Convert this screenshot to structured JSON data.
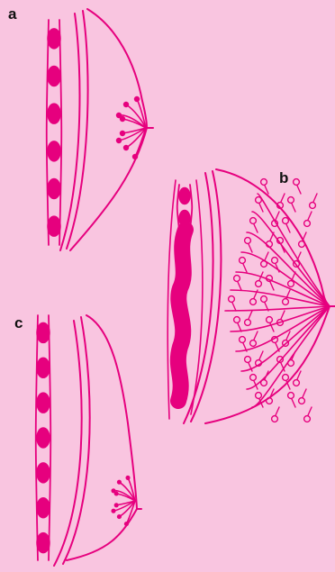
{
  "labels": {
    "a": "a",
    "b": "b",
    "c": "c"
  },
  "colors": {
    "background": "#f9c5e0",
    "line": "#e6007e",
    "label": "#111111"
  },
  "panels": [
    {
      "id": "a",
      "icon": "breast-cross-section-small-icon"
    },
    {
      "id": "b",
      "icon": "breast-cross-section-lactating-icon"
    },
    {
      "id": "c",
      "icon": "breast-cross-section-involuted-icon"
    }
  ]
}
